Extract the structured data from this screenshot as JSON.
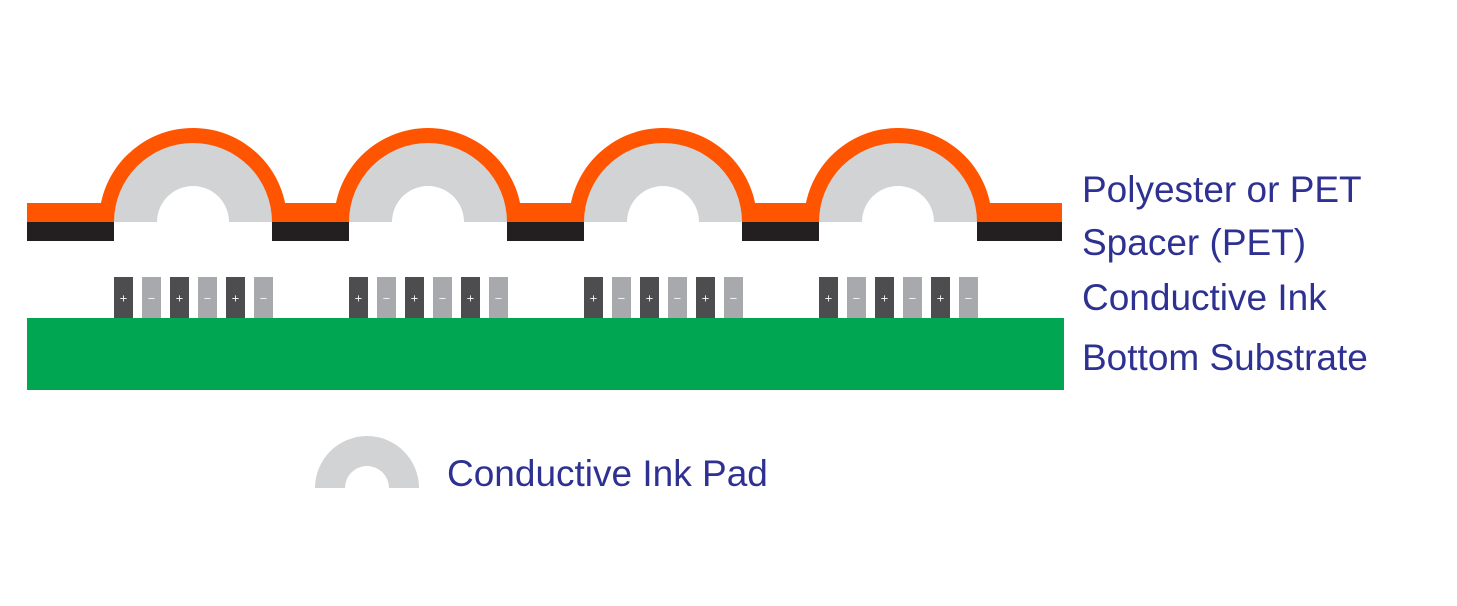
{
  "colors": {
    "polyester": "#FF5400",
    "spacer": "#231F20",
    "substrate": "#00A651",
    "ink_pad": "#D1D3D4",
    "ink_positive": "#4D4D4F",
    "ink_negative": "#A7A9AC",
    "label_text": "#2E3192",
    "electrode_text": "#ffffff"
  },
  "layer_labels": [
    "Polyester or PET",
    "Spacer (PET)",
    "Conductive Ink",
    "Bottom Substrate"
  ],
  "legend": {
    "label": "Conductive Ink Pad"
  },
  "electrode_symbols": {
    "positive": "+",
    "negative": "−"
  },
  "dome_count": 4,
  "electrode_pattern": [
    "+",
    "−",
    "+",
    "−",
    "+",
    "−"
  ]
}
